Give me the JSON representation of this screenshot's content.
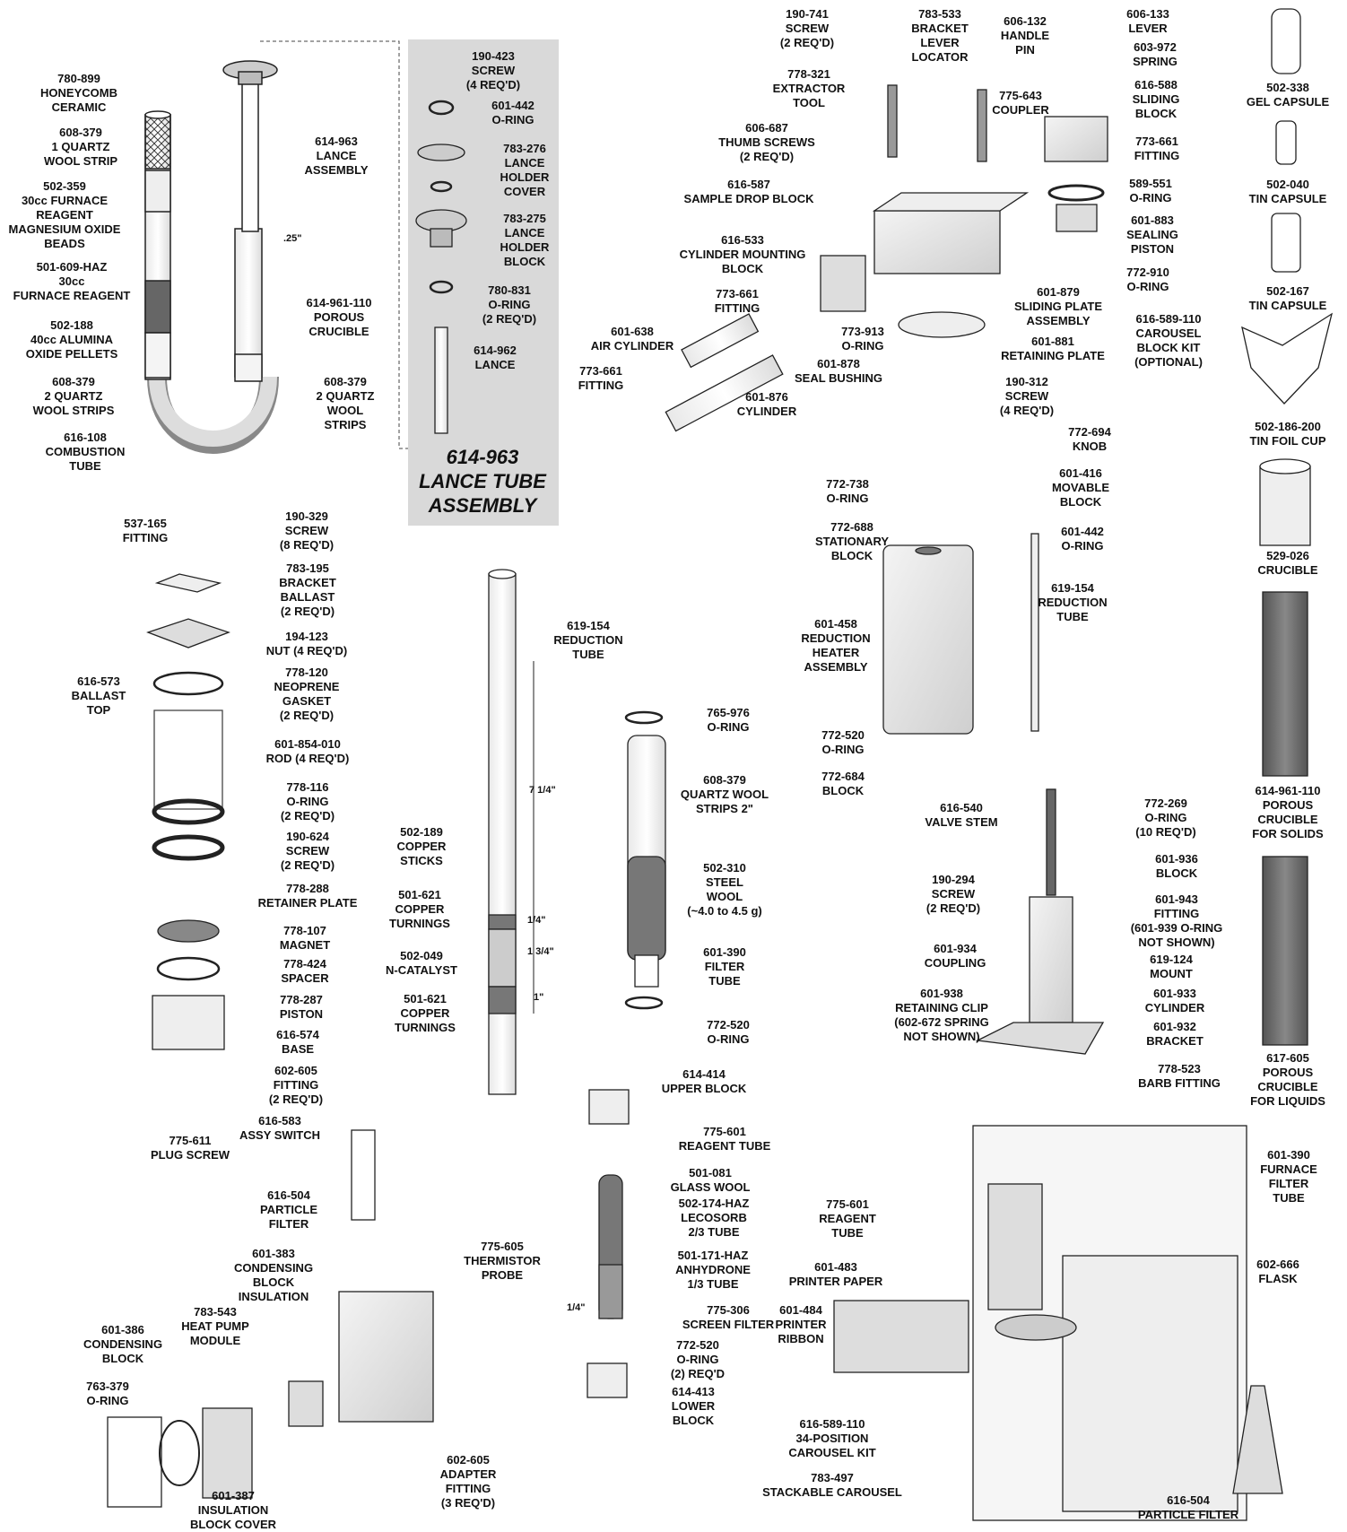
{
  "lance_panel_title": "614-963\nLANCE TUBE\nASSEMBLY",
  "dimensions": {
    "lance_gap": ".25\"",
    "reduction_total": "7 1/4\"",
    "copper_top": "1/4\"",
    "catalyst": "1 3/4\"",
    "copper_bottom": "1\"",
    "reagent_gap": "1/4\""
  },
  "labels": [
    {
      "id": "780-899",
      "text": "780-899\nHONEYCOMB\nCERAMIC"
    },
    {
      "id": "608-379-a",
      "text": "608-379\n1 QUARTZ\nWOOL STRIP"
    },
    {
      "id": "502-359",
      "text": "502-359\n30cc FURNACE\nREAGENT\nMAGNESIUM OXIDE\nBEADS"
    },
    {
      "id": "501-609-haz",
      "text": "501-609-HAZ\n30cc\nFURNACE REAGENT"
    },
    {
      "id": "502-188",
      "text": "502-188\n40cc ALUMINA\nOXIDE PELLETS"
    },
    {
      "id": "608-379-b",
      "text": "608-379\n2 QUARTZ\nWOOL STRIPS"
    },
    {
      "id": "616-108",
      "text": "616-108\nCOMBUSTION\nTUBE"
    },
    {
      "id": "614-963",
      "text": "614-963\nLANCE\nASSEMBLY"
    },
    {
      "id": "614-961-110-a",
      "text": "614-961-110\nPOROUS\nCRUCIBLE"
    },
    {
      "id": "608-379-c",
      "text": "608-379\n2 QUARTZ\nWOOL\nSTRIPS"
    },
    {
      "id": "190-423",
      "text": "190-423\nSCREW\n(4 REQ'D)"
    },
    {
      "id": "601-442-a",
      "text": "601-442\nO-RING"
    },
    {
      "id": "783-276",
      "text": "783-276\nLANCE\nHOLDER\nCOVER"
    },
    {
      "id": "783-275",
      "text": "783-275\nLANCE\nHOLDER\nBLOCK"
    },
    {
      "id": "780-831",
      "text": "780-831\nO-RING\n(2 REQ'D)"
    },
    {
      "id": "614-962",
      "text": "614-962\nLANCE"
    },
    {
      "id": "190-741",
      "text": "190-741\nSCREW\n(2 REQ'D)"
    },
    {
      "id": "783-533",
      "text": "783-533\nBRACKET\nLEVER\nLOCATOR"
    },
    {
      "id": "606-132",
      "text": "606-132\nHANDLE\nPIN"
    },
    {
      "id": "606-133",
      "text": "606-133\nLEVER"
    },
    {
      "id": "603-972",
      "text": "603-972\nSPRING"
    },
    {
      "id": "778-321",
      "text": "778-321\nEXTRACTOR\nTOOL"
    },
    {
      "id": "775-643",
      "text": "775-643\nCOUPLER"
    },
    {
      "id": "616-588",
      "text": "616-588\nSLIDING\nBLOCK"
    },
    {
      "id": "606-687",
      "text": "606-687\nTHUMB SCREWS\n(2 REQ'D)"
    },
    {
      "id": "773-661-a",
      "text": "773-661\nFITTING"
    },
    {
      "id": "616-587",
      "text": "616-587\nSAMPLE DROP BLOCK"
    },
    {
      "id": "589-551",
      "text": "589-551\nO-RING"
    },
    {
      "id": "601-883",
      "text": "601-883\nSEALING\nPISTON"
    },
    {
      "id": "616-533",
      "text": "616-533\nCYLINDER MOUNTING\nBLOCK"
    },
    {
      "id": "772-910",
      "text": "772-910\nO-RING"
    },
    {
      "id": "773-661-b",
      "text": "773-661\nFITTING"
    },
    {
      "id": "601-879",
      "text": "601-879\nSLIDING PLATE\nASSEMBLY"
    },
    {
      "id": "616-589-110-a",
      "text": "616-589-110\nCAROUSEL\nBLOCK KIT\n(OPTIONAL)"
    },
    {
      "id": "601-638",
      "text": "601-638\nAIR CYLINDER"
    },
    {
      "id": "773-913",
      "text": "773-913\nO-RING"
    },
    {
      "id": "601-881",
      "text": "601-881\nRETAINING PLATE"
    },
    {
      "id": "773-661-c",
      "text": "773-661\nFITTING"
    },
    {
      "id": "601-878",
      "text": "601-878\nSEAL BUSHING"
    },
    {
      "id": "190-312",
      "text": "190-312\nSCREW\n(4 REQ'D)"
    },
    {
      "id": "601-876",
      "text": "601-876\nCYLINDER"
    },
    {
      "id": "502-338",
      "text": "502-338\nGEL CAPSULE"
    },
    {
      "id": "502-040",
      "text": "502-040\nTIN CAPSULE"
    },
    {
      "id": "502-167",
      "text": "502-167\nTIN CAPSULE"
    },
    {
      "id": "502-186-200",
      "text": "502-186-200\nTIN FOIL CUP"
    },
    {
      "id": "529-026",
      "text": "529-026\nCRUCIBLE"
    },
    {
      "id": "614-961-110-b",
      "text": "614-961-110\nPOROUS\nCRUCIBLE\nFOR SOLIDS"
    },
    {
      "id": "617-605",
      "text": "617-605\nPOROUS\nCRUCIBLE\nFOR LIQUIDS"
    },
    {
      "id": "537-165",
      "text": "537-165\nFITTING"
    },
    {
      "id": "190-329",
      "text": "190-329\nSCREW\n(8 REQ'D)"
    },
    {
      "id": "783-195",
      "text": "783-195\nBRACKET\nBALLAST\n(2 REQ'D)"
    },
    {
      "id": "194-123",
      "text": "194-123\nNUT (4 REQ'D)"
    },
    {
      "id": "616-573",
      "text": "616-573\nBALLAST\nTOP"
    },
    {
      "id": "778-120",
      "text": "778-120\nNEOPRENE\nGASKET\n(2 REQ'D)"
    },
    {
      "id": "601-854-010",
      "text": "601-854-010\nROD (4 REQ'D)"
    },
    {
      "id": "778-116",
      "text": "778-116\nO-RING\n(2 REQ'D)"
    },
    {
      "id": "190-624",
      "text": "190-624\nSCREW\n(2 REQ'D)"
    },
    {
      "id": "778-288",
      "text": "778-288\nRETAINER PLATE"
    },
    {
      "id": "778-107",
      "text": "778-107\nMAGNET"
    },
    {
      "id": "778-424",
      "text": "778-424\nSPACER"
    },
    {
      "id": "778-287",
      "text": "778-287\nPISTON"
    },
    {
      "id": "616-574",
      "text": "616-574\nBASE"
    },
    {
      "id": "602-605-a",
      "text": "602-605\nFITTING\n(2 REQ'D)"
    },
    {
      "id": "616-583",
      "text": "616-583\nASSY SWITCH"
    },
    {
      "id": "775-611",
      "text": "775-611\nPLUG SCREW"
    },
    {
      "id": "619-154-a",
      "text": "619-154\nREDUCTION\nTUBE"
    },
    {
      "id": "502-189",
      "text": "502-189\nCOPPER\nSTICKS"
    },
    {
      "id": "501-621-a",
      "text": "501-621\nCOPPER\nTURNINGS"
    },
    {
      "id": "502-049",
      "text": "502-049\nN-CATALYST"
    },
    {
      "id": "501-621-b",
      "text": "501-621\nCOPPER\nTURNINGS"
    },
    {
      "id": "765-976",
      "text": "765-976\nO-RING"
    },
    {
      "id": "608-379-d",
      "text": "608-379\nQUARTZ WOOL\nSTRIPS 2\""
    },
    {
      "id": "502-310",
      "text": "502-310\nSTEEL\nWOOL\n(~4.0 to 4.5 g)"
    },
    {
      "id": "601-390-a",
      "text": "601-390\nFILTER\nTUBE"
    },
    {
      "id": "772-520-a",
      "text": "772-520\nO-RING"
    },
    {
      "id": "772-694",
      "text": "772-694\nKNOB"
    },
    {
      "id": "601-416",
      "text": "601-416\nMOVABLE\nBLOCK"
    },
    {
      "id": "772-738",
      "text": "772-738\nO-RING"
    },
    {
      "id": "772-688",
      "text": "772-688\nSTATIONARY\nBLOCK"
    },
    {
      "id": "601-442-b",
      "text": "601-442\nO-RING"
    },
    {
      "id": "619-154-b",
      "text": "619-154\nREDUCTION\nTUBE"
    },
    {
      "id": "601-458",
      "text": "601-458\nREDUCTION\nHEATER\nASSEMBLY"
    },
    {
      "id": "772-520-b",
      "text": "772-520\nO-RING"
    },
    {
      "id": "772-684",
      "text": "772-684\nBLOCK"
    },
    {
      "id": "616-540",
      "text": "616-540\nVALVE STEM"
    },
    {
      "id": "772-269",
      "text": "772-269\nO-RING\n(10 REQ'D)"
    },
    {
      "id": "601-936",
      "text": "601-936\nBLOCK"
    },
    {
      "id": "190-294",
      "text": "190-294\nSCREW\n(2 REQ'D)"
    },
    {
      "id": "601-943",
      "text": "601-943\nFITTING\n(601-939 O-RING\nNOT SHOWN)"
    },
    {
      "id": "601-934",
      "text": "601-934\nCOUPLING"
    },
    {
      "id": "619-124",
      "text": "619-124\nMOUNT"
    },
    {
      "id": "601-938",
      "text": "601-938\nRETAINING CLIP\n(602-672 SPRING\nNOT SHOWN)"
    },
    {
      "id": "601-933",
      "text": "601-933\nCYLINDER"
    },
    {
      "id": "601-932",
      "text": "601-932\nBRACKET"
    },
    {
      "id": "778-523",
      "text": "778-523\nBARB FITTING"
    },
    {
      "id": "614-414",
      "text": "614-414\nUPPER BLOCK"
    },
    {
      "id": "775-601-a",
      "text": "775-601\nREAGENT TUBE"
    },
    {
      "id": "501-081",
      "text": "501-081\nGLASS WOOL"
    },
    {
      "id": "502-174-haz",
      "text": "502-174-HAZ\nLECOSORB\n2/3 TUBE"
    },
    {
      "id": "501-171-haz",
      "text": "501-171-HAZ\nANHYDRONE\n1/3 TUBE"
    },
    {
      "id": "775-306",
      "text": "775-306\nSCREEN FILTER"
    },
    {
      "id": "772-520-c",
      "text": "772-520\nO-RING\n(2) REQ'D"
    },
    {
      "id": "614-413",
      "text": "614-413\nLOWER\nBLOCK"
    },
    {
      "id": "616-504-a",
      "text": "616-504\nPARTICLE\nFILTER"
    },
    {
      "id": "601-383",
      "text": "601-383\nCONDENSING\nBLOCK\nINSULATION"
    },
    {
      "id": "775-605",
      "text": "775-605\nTHERMISTOR\nPROBE"
    },
    {
      "id": "783-543",
      "text": "783-543\nHEAT PUMP\nMODULE"
    },
    {
      "id": "601-386",
      "text": "601-386\nCONDENSING\nBLOCK"
    },
    {
      "id": "763-379",
      "text": "763-379\nO-RING"
    },
    {
      "id": "602-605-b",
      "text": "602-605\nADAPTER\nFITTING\n(3 REQ'D)"
    },
    {
      "id": "601-387",
      "text": "601-387\nINSULATION\nBLOCK COVER"
    },
    {
      "id": "775-601-b",
      "text": "775-601\nREAGENT\nTUBE"
    },
    {
      "id": "601-483",
      "text": "601-483\nPRINTER PAPER"
    },
    {
      "id": "601-484",
      "text": "601-484\nPRINTER\nRIBBON"
    },
    {
      "id": "601-390-b",
      "text": "601-390\nFURNACE\nFILTER\nTUBE"
    },
    {
      "id": "602-666",
      "text": "602-666\nFLASK"
    },
    {
      "id": "616-589-110-b",
      "text": "616-589-110\n34-POSITION\nCAROUSEL KIT"
    },
    {
      "id": "783-497",
      "text": "783-497\nSTACKABLE CAROUSEL"
    },
    {
      "id": "616-504-b",
      "text": "616-504\nPARTICLE FILTER"
    }
  ]
}
